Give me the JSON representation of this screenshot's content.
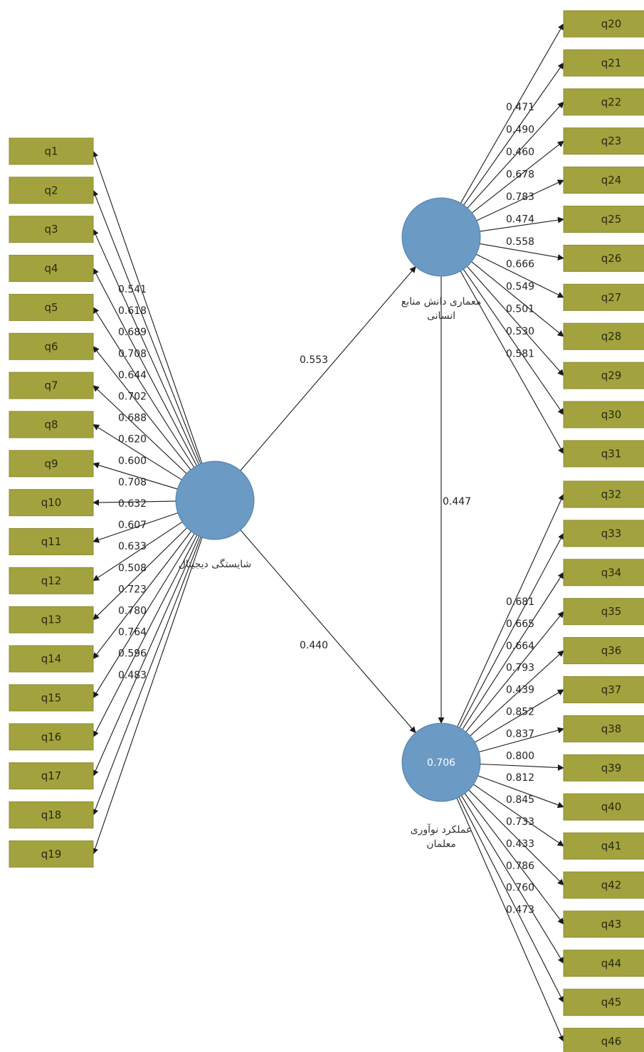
{
  "latents": {
    "dc": {
      "label_lines": [
        "شایستگی دیجیتال"
      ],
      "r2": ""
    },
    "hr": {
      "label_lines": [
        "معماری دانش منابع",
        "انسانی"
      ],
      "r2": ""
    },
    "tip": {
      "label_lines": [
        "عملکرد نوآوری",
        "معلمان"
      ],
      "r2": "0.706"
    }
  },
  "indicators": {
    "dc": [
      "q1",
      "q2",
      "q3",
      "q4",
      "q5",
      "q6",
      "q7",
      "q8",
      "q9",
      "q10",
      "q11",
      "q12",
      "q13",
      "q14",
      "q15",
      "q16",
      "q17",
      "q18",
      "q19"
    ],
    "hr": [
      "q20",
      "q21",
      "q22",
      "q23",
      "q24",
      "q25",
      "q26",
      "q27",
      "q28",
      "q29",
      "q30",
      "q31"
    ],
    "tip": [
      "q32",
      "q33",
      "q34",
      "q35",
      "q36",
      "q37",
      "q38",
      "q39",
      "q40",
      "q41",
      "q42",
      "q43",
      "q44",
      "q45",
      "q46"
    ]
  },
  "loadings": {
    "dc": [
      "0.541",
      "0.618",
      "0.689",
      "0.708",
      "0.644",
      "0.702",
      "0.688",
      "0.620",
      "0.600",
      "0.708",
      "0.632",
      "0.607",
      "0.633",
      "0.508",
      "0.723",
      "0.780",
      "0.764",
      "0.596",
      "0.483"
    ],
    "hr": [
      "0.471",
      "0.490",
      "0.460",
      "0.678",
      "0.783",
      "0.474",
      "0.558",
      "0.666",
      "0.549",
      "0.501",
      "0.530",
      "0.581"
    ],
    "tip": [
      "0.681",
      "0.665",
      "0.664",
      "0.793",
      "0.439",
      "0.852",
      "0.837",
      "0.800",
      "0.812",
      "0.845",
      "0.733",
      "0.433",
      "0.786",
      "0.760",
      "0.473"
    ]
  },
  "paths": {
    "dc_hr": "0.553",
    "dc_tip": "0.440",
    "hr_tip": "0.447"
  },
  "colors": {
    "indicator_fill": "#a2a33e",
    "latent_fill": "#6b9ac4",
    "line": "#1a1a1a"
  }
}
